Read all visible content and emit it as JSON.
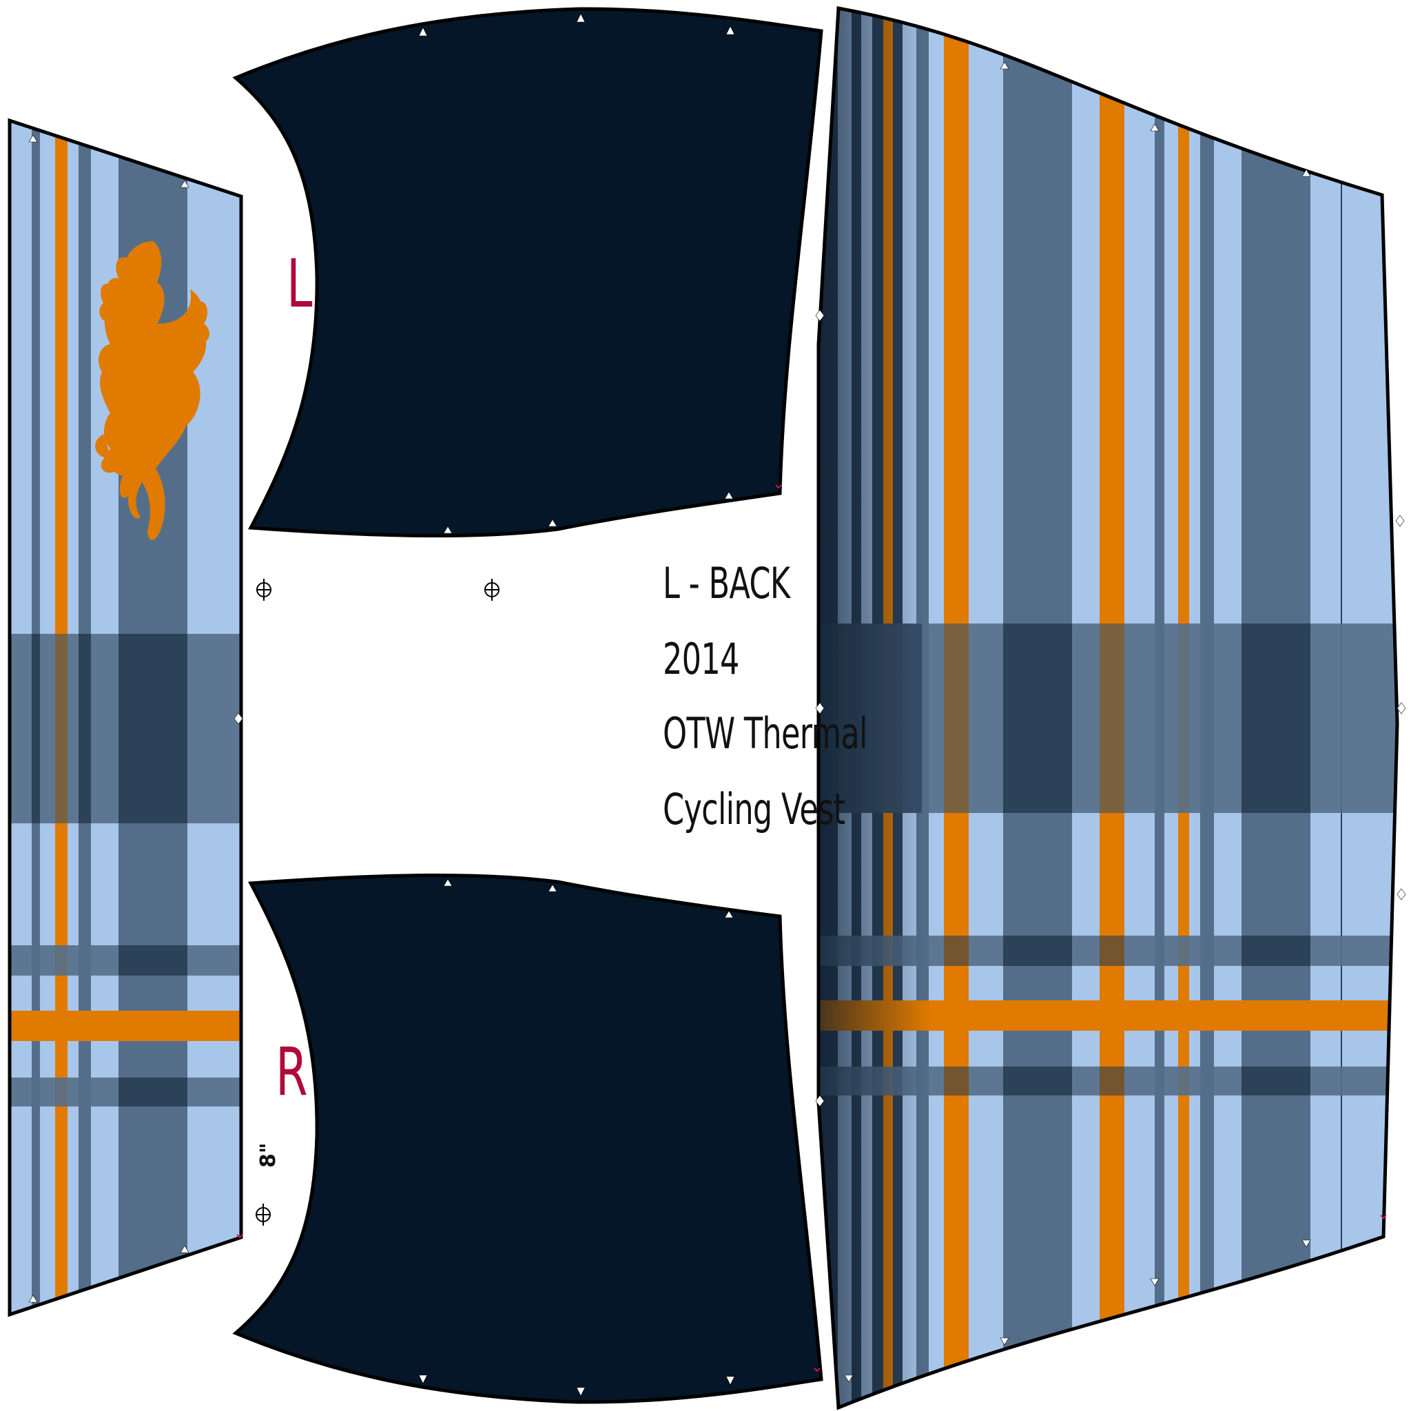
{
  "labels": {
    "left_side": "L",
    "right_side": "R",
    "size_mark": "8\""
  },
  "info": {
    "line1": "L - BACK",
    "line2": "2014",
    "line3": "OTW Thermal",
    "line4": "Cycling Vest"
  },
  "colors": {
    "light_blue": "#a8c6ea",
    "slate_blue": "#546e8a",
    "dark_slate": "#2c4259",
    "orange": "#e07a00",
    "navy": "#041627",
    "outline": "#000000",
    "label_red": "#b00a3a",
    "text": "#111111"
  },
  "icons": [
    "lion-rampant-icon",
    "registration-crosshair-icon",
    "notch-marker-icon"
  ]
}
